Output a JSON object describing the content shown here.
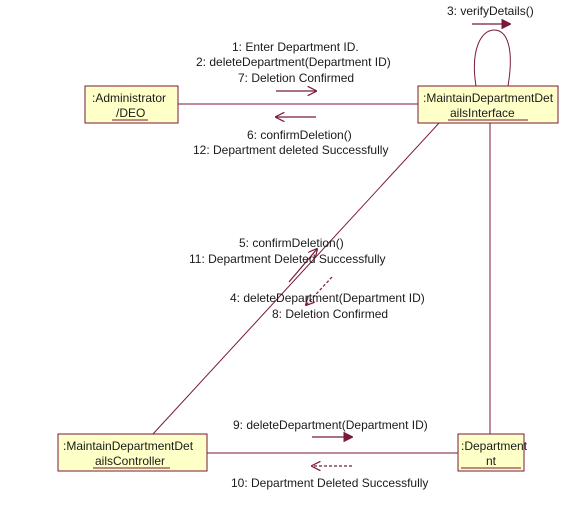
{
  "objects": {
    "administrator": {
      "line1": ":Administrator",
      "line2": "/DEO"
    },
    "interface": {
      "line1": ":MaintainDepartmentDet",
      "line2": "ailsInterface"
    },
    "controller": {
      "line1": ":MaintainDepartmentDet",
      "line2": "ailsController"
    },
    "department": {
      "line1": ":Department",
      "line2": "nt"
    }
  },
  "messages": {
    "self_call": "3: verifyDetails()",
    "admin_to_ui": [
      "1: Enter Department ID.",
      "2: deleteDepartment(Department ID)",
      "7: Deletion Confirmed"
    ],
    "ui_to_admin": [
      "6: confirmDeletion()",
      "12: Department deleted Successfully"
    ],
    "ctrl_to_ui": [
      "5: confirmDeletion()",
      "11: Department Deleted Successfully"
    ],
    "ui_to_ctrl": [
      "4: deleteDepartment(Department ID)",
      "8: Deletion Confirmed"
    ],
    "ctrl_to_dept": "9: deleteDepartment(Department ID)",
    "dept_to_ctrl": "10: Department Deleted Successfully"
  },
  "colors": {
    "object_fill": "#ffffc8",
    "object_border": "#7a1a3a",
    "link": "#7a1a3a",
    "text": "#1a1a1a"
  }
}
